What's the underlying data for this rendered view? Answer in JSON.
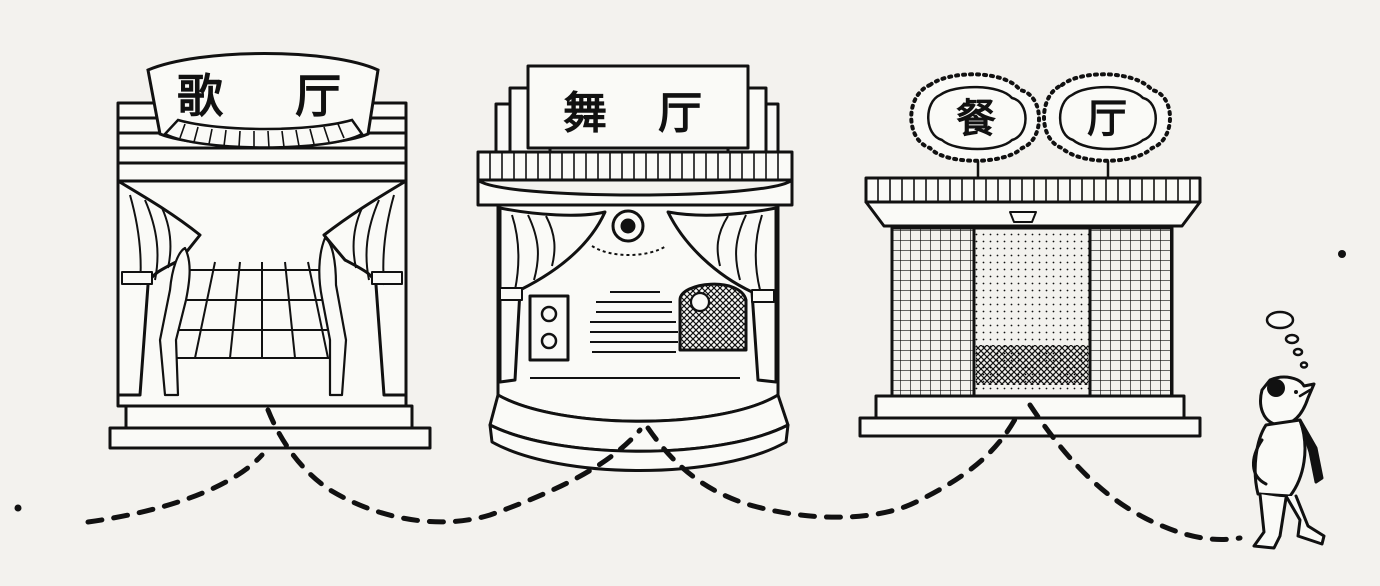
{
  "signs": {
    "song_hall": {
      "char1": "歌",
      "char2": "厅"
    },
    "dance_hall": {
      "char1": "舞",
      "char2": "厅"
    },
    "dining_hall": {
      "char1": "餐",
      "char2": "厅"
    }
  },
  "colors": {
    "ink": "#111111",
    "paper": "#f3f2ee"
  }
}
